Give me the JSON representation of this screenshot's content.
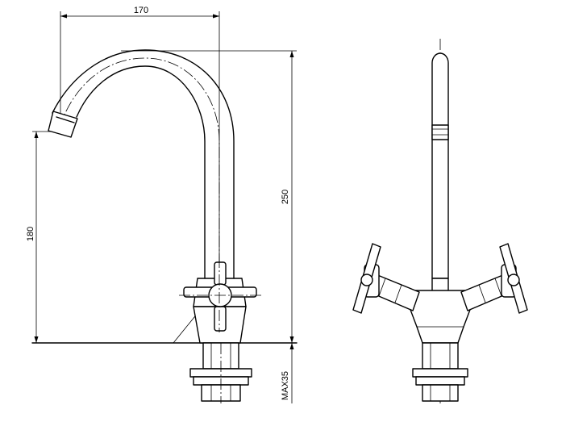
{
  "dimensions": {
    "spout_reach": "170",
    "spout_height": "180",
    "total_height": "250",
    "max_mount": "MAX35"
  }
}
